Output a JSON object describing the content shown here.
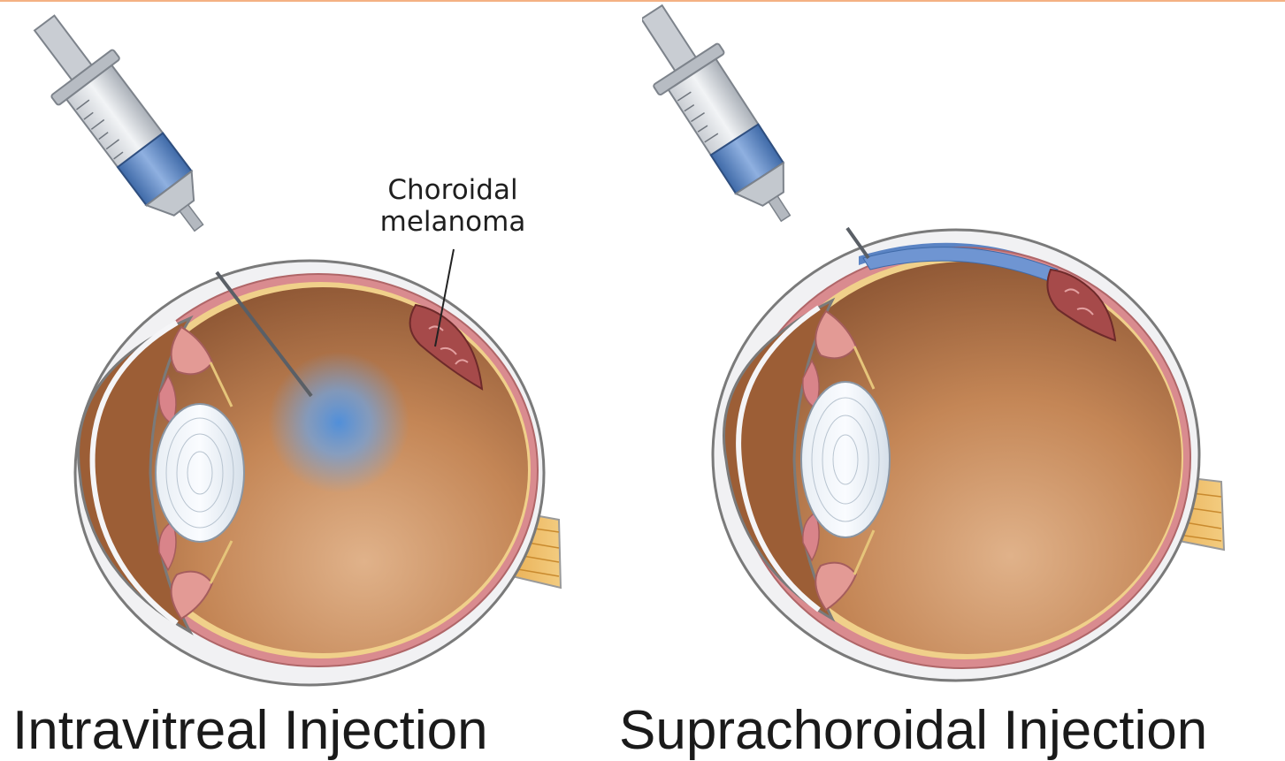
{
  "panels": [
    {
      "caption": "Intravitreal Injection",
      "callout": [
        "Choroidal",
        "melanoma"
      ]
    },
    {
      "caption": "Suprachoroidal Injection"
    }
  ],
  "colors": {
    "top_rule": "#f4b183",
    "vitreous": "#b97a4e",
    "sclera": "#f2f2f4",
    "choroid": "#d9848a",
    "drug": "#4a8fe0",
    "syringe_fluid": "#5b84c4",
    "optic_nerve": "#e9b35a"
  }
}
